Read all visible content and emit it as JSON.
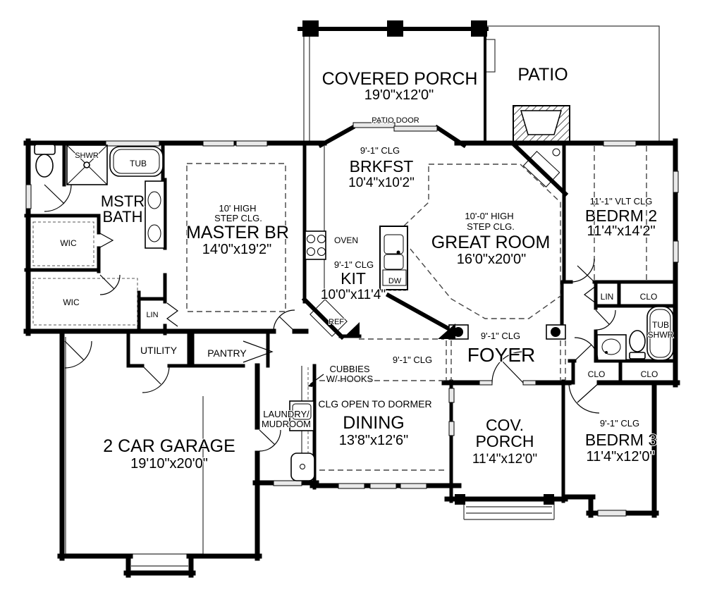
{
  "plan": {
    "colors": {
      "wall": "#000000",
      "background": "#ffffff",
      "window_fill": "#e9e9e9"
    },
    "rooms": {
      "covered_porch": {
        "name": "COVERED PORCH",
        "dims": "19'0\"x12'0\""
      },
      "patio": {
        "name": "PATIO"
      },
      "patio_door": {
        "label": "PATIO DOOR"
      },
      "brkfst": {
        "ceiling": "9'-1\" CLG",
        "name": "BRKFST",
        "dims": "10'4\"x10'2\""
      },
      "shwr": {
        "name": "SHWR"
      },
      "tub": {
        "name": "TUB"
      },
      "mstr_bath": {
        "line1": "MSTR",
        "line2": "BATH"
      },
      "wic_upper": {
        "name": "WIC"
      },
      "wic_lower": {
        "name": "WIC"
      },
      "lin_master": {
        "name": "LIN"
      },
      "master_br": {
        "ceiling1": "10' HIGH",
        "ceiling2": "STEP CLG.",
        "name": "MASTER BR",
        "dims": "14'0\"x19'2\""
      },
      "oven": {
        "name": "OVEN"
      },
      "kit": {
        "ceiling": "9'-1\" CLG",
        "name": "KIT",
        "dims": "10'0\"x11'4\""
      },
      "dw": {
        "name": "DW"
      },
      "ref": {
        "name": "REF"
      },
      "great_room": {
        "ceiling1": "10'-0\" HIGH",
        "ceiling2": "STEP CLG.",
        "name": "GREAT ROOM",
        "dims": "16'0\"x20'0\""
      },
      "bedrm2": {
        "ceiling": "11'-1\" VLT CLG",
        "name": "BEDRM 2",
        "dims": "11'4\"x14'2\""
      },
      "lin_hall": {
        "name": "LIN"
      },
      "clo_hall": {
        "name": "CLO"
      },
      "tub_shwr": {
        "line1": "TUB",
        "line2": "SHWR"
      },
      "clo_left": {
        "name": "CLO"
      },
      "clo_right": {
        "name": "CLO"
      },
      "utility": {
        "name": "UTILITY"
      },
      "pantry": {
        "name": "PANTRY"
      },
      "hall": {
        "ceiling": "9'-1\" CLG"
      },
      "foyer": {
        "ceiling": "9'-1\" CLG",
        "name": "FOYER"
      },
      "cubbies": {
        "line1": "CUBBIES",
        "line2": "W/ HOOKS"
      },
      "laundry": {
        "line1": "LAUNDRY/",
        "line2": "MUDROOM"
      },
      "dining": {
        "ceiling": "CLG OPEN TO DORMER",
        "name": "DINING",
        "dims": "13'8\"x12'6\""
      },
      "cov_porch": {
        "line1": "COV.",
        "line2": "PORCH",
        "dims": "11'4\"x12'0\""
      },
      "bedrm3": {
        "ceiling": "9'-1\" CLG",
        "name": "BEDRM 3",
        "dims": "11'4\"x12'0\""
      },
      "garage": {
        "name": "2 CAR GARAGE",
        "dims": "19'10\"x20'0\""
      }
    }
  }
}
